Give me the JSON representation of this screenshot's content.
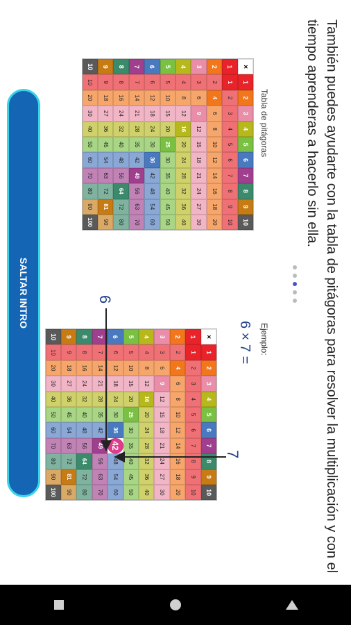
{
  "heading": "También puedes ayudarte con la tabla de pitágoras para resolver la multiplicación y con el tiempo aprenderas a hacerlo sin ella.",
  "table_caption": "Tabla de pitágoras",
  "example_label": "Ejemplo:",
  "example_formula": "6 × 7 =",
  "row_marker": "7",
  "col_marker": "6",
  "highlight_value": "42",
  "skip_button": "SALTAR INTRO",
  "carousel": {
    "count": 5,
    "active": 2
  },
  "colors": {
    "1": "#e8242a",
    "2": "#f2761c",
    "3": "#e98da8",
    "4": "#b6b81b",
    "5": "#79c043",
    "6": "#4979bf",
    "7": "#a03f8e",
    "8": "#3a8a6b",
    "9": "#c77b14",
    "10": "#5a5a5a",
    "header_corner": "#ffffff",
    "highlight": "#e03c8c",
    "skip_bg": "#1565b5",
    "skip_border": "#38d4ea"
  },
  "nav": {
    "back": "back-icon",
    "home": "home-icon",
    "recents": "recents-icon"
  }
}
